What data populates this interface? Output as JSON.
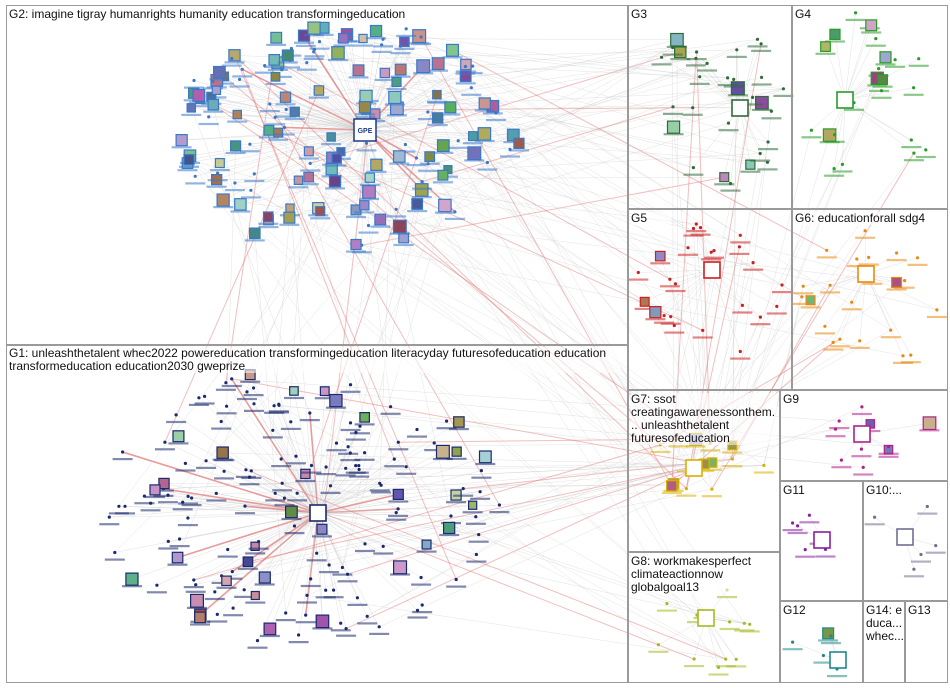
{
  "groups": {
    "g1": "G1: unleashthetalent whec2022 powereducation transformingeducation literacyday futuresofeducation education transformeducation education2030 gweprize",
    "g2": "G2: imagine tigray humanrights humanity education transformingeducation",
    "g3": "G3",
    "g4": "G4",
    "g5": "G5",
    "g6": "G6: educationforall sdg4",
    "g7": "G7: ssot creatingawarenessonthem... unleashthetalent futuresofeducation",
    "g8": "G8: workmakesperfect climateactionnow globalgoal13",
    "g9": "G9",
    "g10": "G10:...",
    "g11": "G11",
    "g12": "G12",
    "g13": "G13",
    "g14": "G14: educa... whec..."
  },
  "hub_logo_text": "GPE",
  "colors": {
    "edge": "#c8c8c8",
    "edge_strong": "#e07070",
    "g1_node": "#1a2a6c",
    "g2_node": "#3a78c8",
    "g3_node": "#2e6b3a",
    "g4_node": "#2a9a2a",
    "g5_node": "#cc2020",
    "g6_node": "#e88a10",
    "g7_node": "#d8b000",
    "g8_node": "#a8b820",
    "g9_node": "#b0208a",
    "g10_node": "#707090",
    "g11_node": "#8a20a0",
    "g12_node": "#208a8a"
  }
}
